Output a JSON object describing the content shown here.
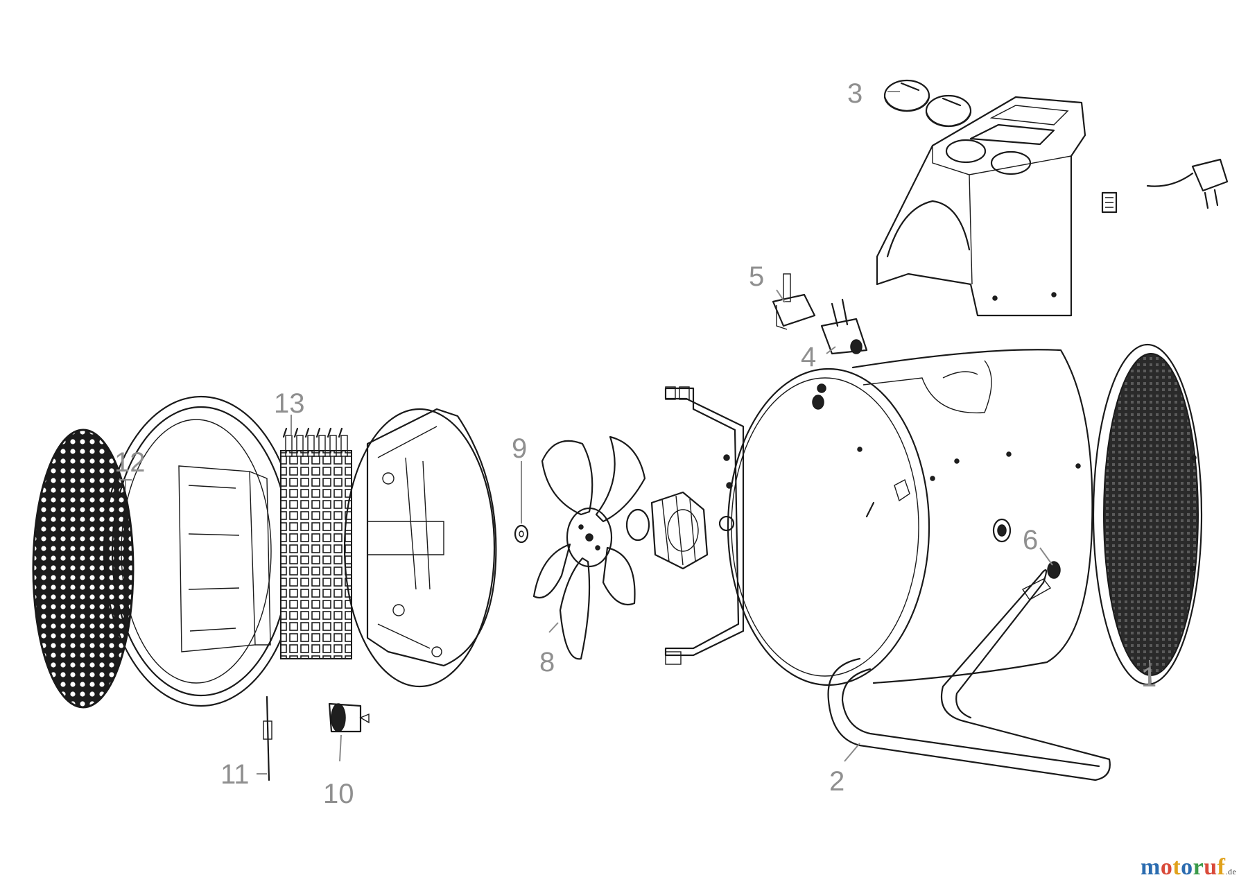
{
  "diagram": {
    "part_labels": [
      "1",
      "2",
      "3",
      "4",
      "5",
      "6",
      "8",
      "9",
      "10",
      "11",
      "12",
      "13"
    ]
  },
  "logo": {
    "letters": [
      {
        "ch": "m",
        "color": "#2b6cb0"
      },
      {
        "ch": "o",
        "color": "#d94a3a"
      },
      {
        "ch": "t",
        "color": "#e0a11b"
      },
      {
        "ch": "o",
        "color": "#2b6cb0"
      },
      {
        "ch": "r",
        "color": "#3a9a4a"
      },
      {
        "ch": "u",
        "color": "#d94a3a"
      },
      {
        "ch": "f",
        "color": "#e0a11b"
      }
    ],
    "tld": ".de"
  }
}
